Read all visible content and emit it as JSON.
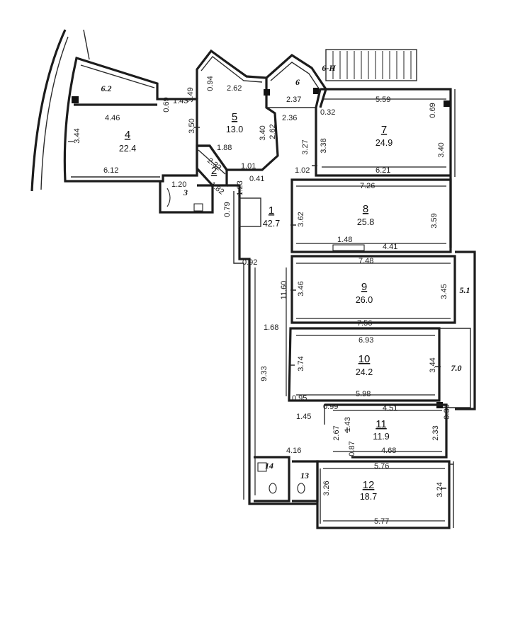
{
  "floor_plan": {
    "rooms": [
      {
        "id": "r1",
        "number": "1",
        "area": "42.7"
      },
      {
        "id": "r2",
        "number": "2",
        "area": ""
      },
      {
        "id": "r3",
        "number": "3",
        "area": ""
      },
      {
        "id": "r4",
        "number": "4",
        "area": "22.4"
      },
      {
        "id": "r5",
        "number": "5",
        "area": "13.0"
      },
      {
        "id": "r7",
        "number": "7",
        "area": "24.9"
      },
      {
        "id": "r8",
        "number": "8",
        "area": "25.8"
      },
      {
        "id": "r9",
        "number": "9",
        "area": "26.0"
      },
      {
        "id": "r10",
        "number": "10",
        "area": "24.2"
      },
      {
        "id": "r11",
        "number": "11",
        "area": "11.9"
      },
      {
        "id": "r12",
        "number": "12",
        "area": "18.7"
      },
      {
        "id": "r13",
        "number": "13",
        "area": ""
      },
      {
        "id": "r14",
        "number": "14",
        "area": ""
      }
    ],
    "balcony_labels": [
      "6.2",
      "6",
      "6-H",
      "5.1",
      "7.0"
    ],
    "dimensions": [
      "4.46",
      "3.44",
      "6.12",
      "0.69",
      "1.43",
      "3.49",
      "0.94",
      "2.62",
      "3.50",
      "1.88",
      "2.32",
      "1.82",
      "1.20",
      "0.79",
      "1.23",
      "0.41",
      "1.01",
      "3.40",
      "2.62",
      "2.37",
      "2.36",
      "0.32",
      "3.27",
      "3.38",
      "5.59",
      "0.69",
      "3.40",
      "1.02",
      "6.21",
      "7.26",
      "3.62",
      "3.59",
      "1.48",
      "4.41",
      "0.92",
      "7.48",
      "3.46",
      "3.45",
      "11.60",
      "7.56",
      "1.68",
      "6.93",
      "3.74",
      "3.44",
      "9.33",
      "5.98",
      "0.95",
      "0.99",
      "4.51",
      "0.35",
      "1.45",
      "1.43",
      "2.67",
      "0.87",
      "2.33",
      "4.16",
      "4.68",
      "5.76",
      "3.26",
      "3.24",
      "5.77"
    ]
  }
}
